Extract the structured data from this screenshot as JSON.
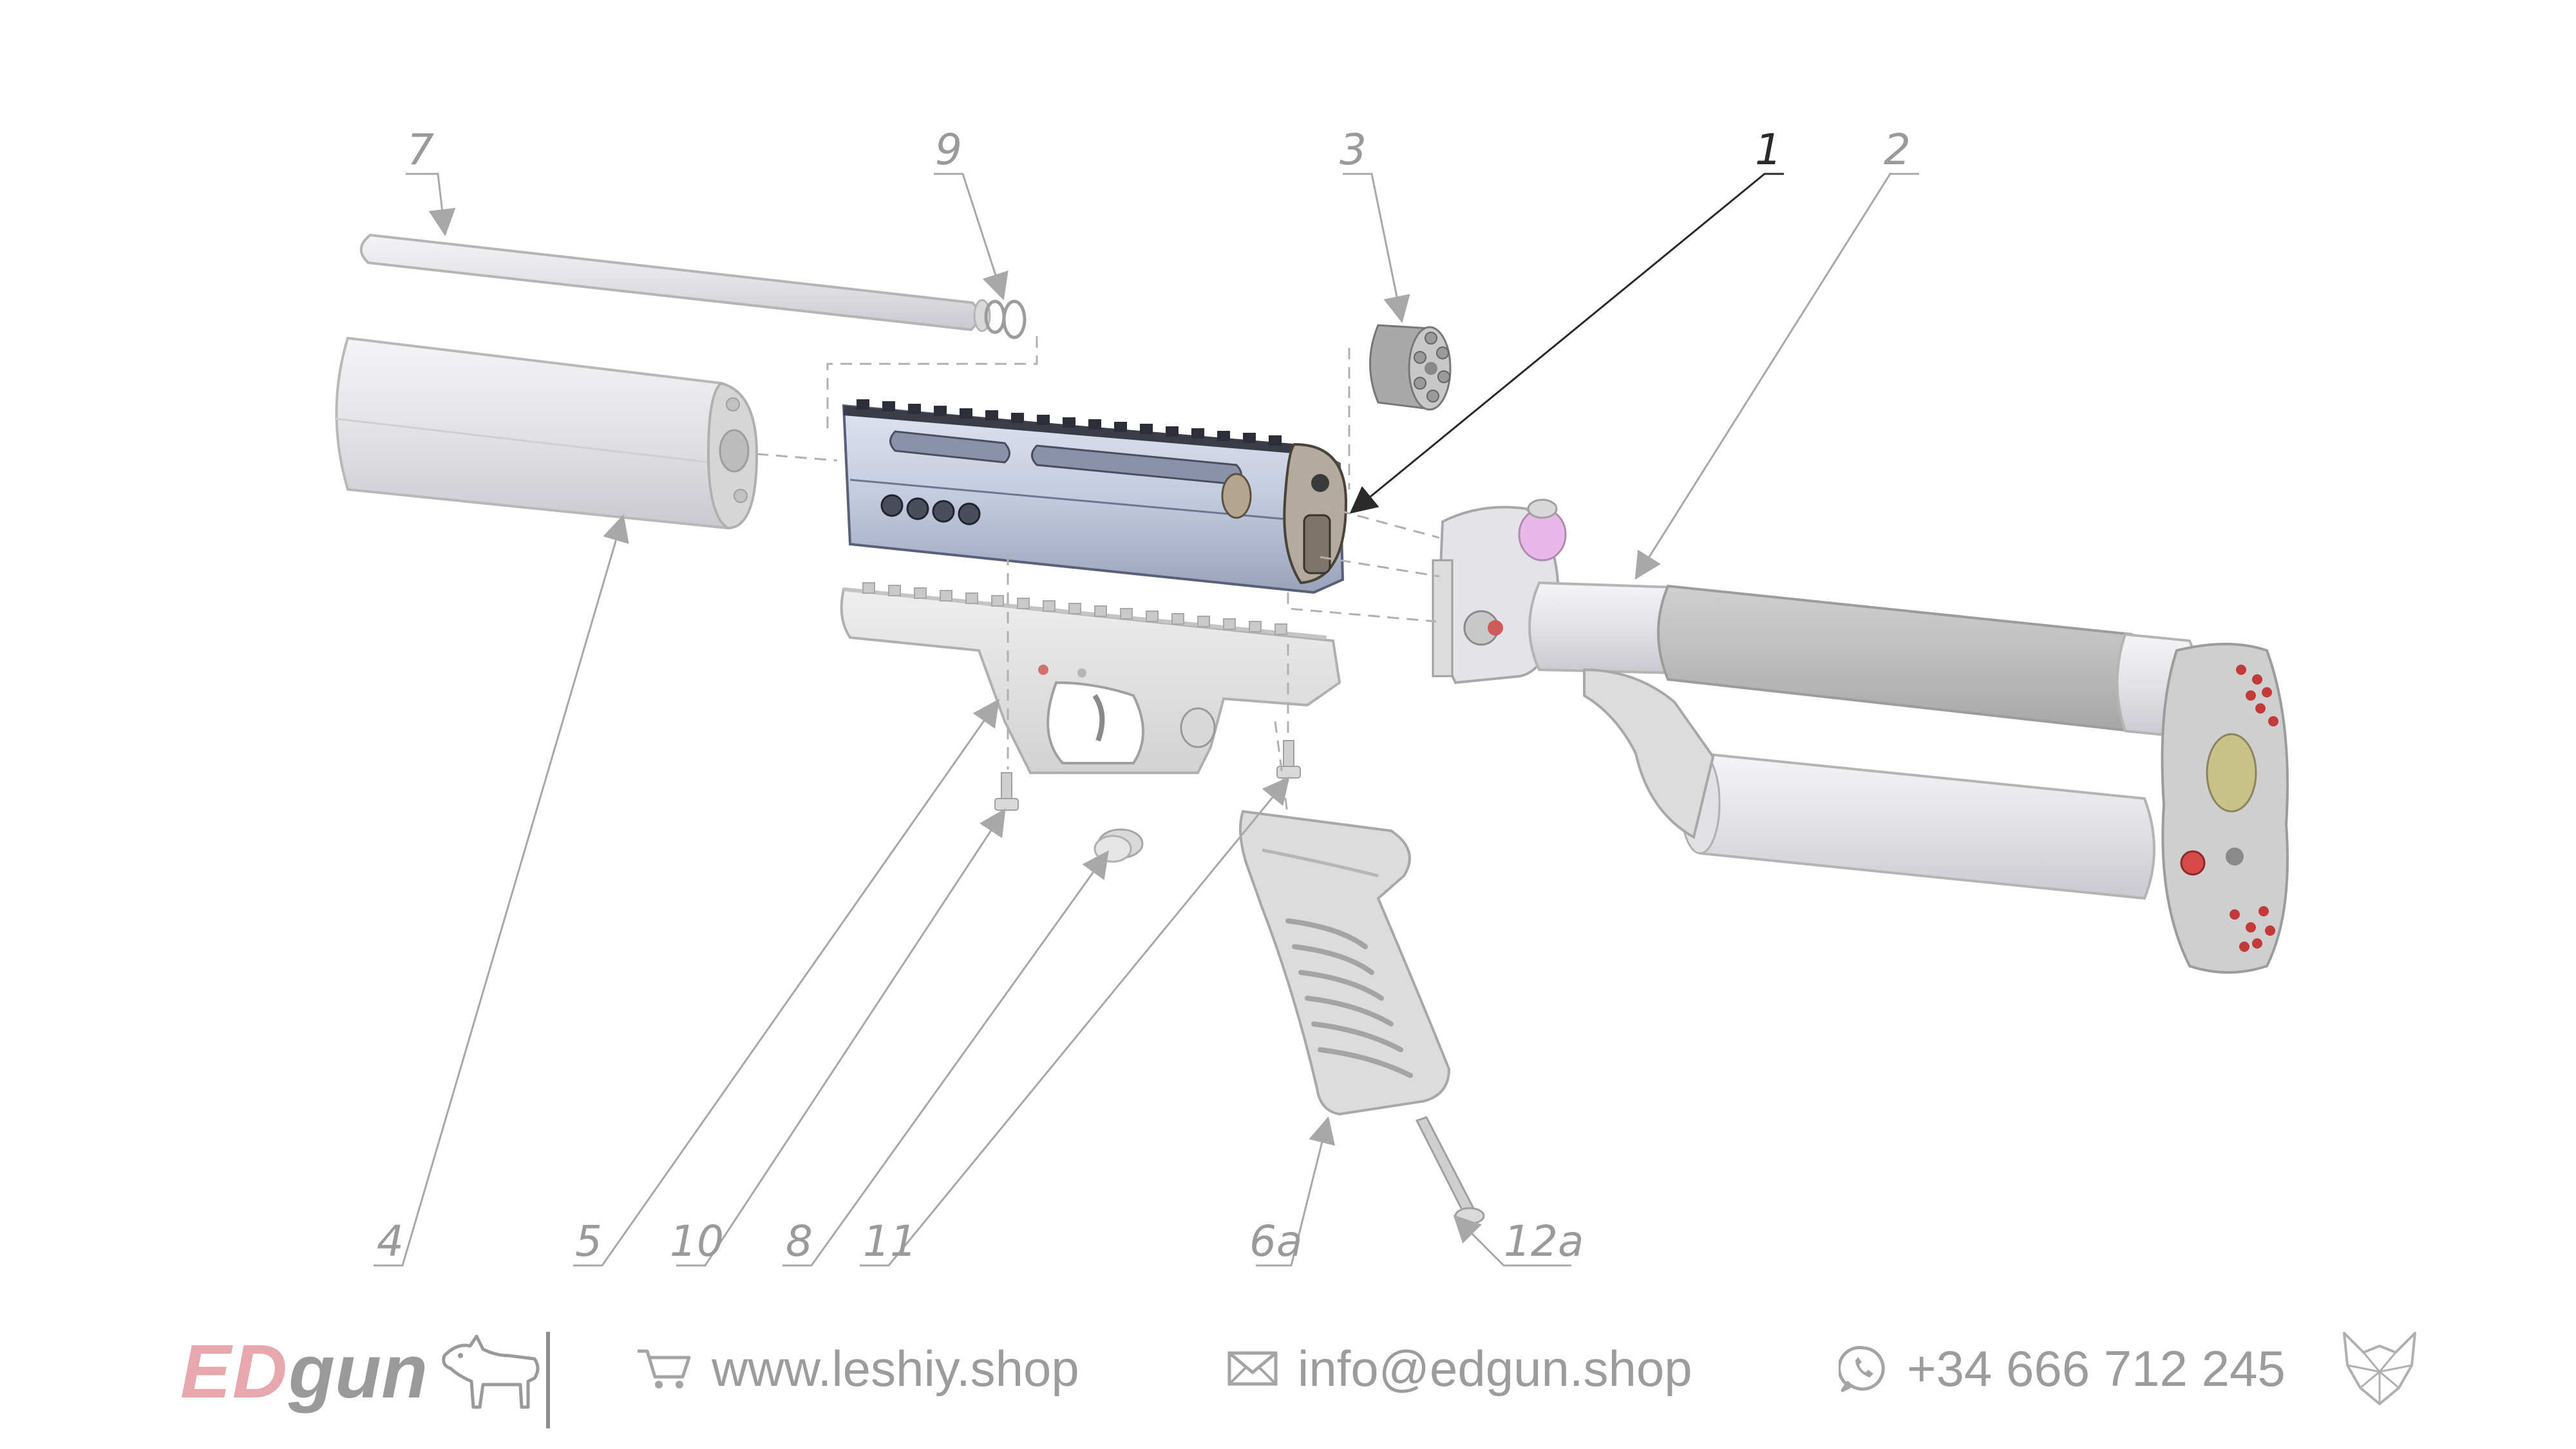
{
  "callouts": [
    {
      "id": "c1",
      "label": "1"
    },
    {
      "id": "c2",
      "label": "2"
    },
    {
      "id": "c3",
      "label": "3"
    },
    {
      "id": "c4",
      "label": "4"
    },
    {
      "id": "c5",
      "label": "5"
    },
    {
      "id": "c6a",
      "label": "6a"
    },
    {
      "id": "c7",
      "label": "7"
    },
    {
      "id": "c8",
      "label": "8"
    },
    {
      "id": "c9",
      "label": "9"
    },
    {
      "id": "c10",
      "label": "10"
    },
    {
      "id": "c11",
      "label": "11"
    },
    {
      "id": "c12a",
      "label": "12a"
    }
  ],
  "footer": {
    "brand_prefix": "ED",
    "brand_suffix": "gun",
    "shop_url": "www.leshiy.shop",
    "email": "info@edgun.shop",
    "phone": "+34 666 712 245"
  },
  "icons": {
    "shop": "cart-icon",
    "email": "envelope-icon",
    "phone": "whatsapp-icon",
    "brand_mark": "dog-icon",
    "corner_logo": "wolf-head-icon"
  },
  "colors": {
    "leader_gray": "#a8a8a8",
    "highlight_part": "#c9d0e6",
    "brand_pink": "#e6a8ac",
    "footer_gray": "#9c9c9c"
  }
}
